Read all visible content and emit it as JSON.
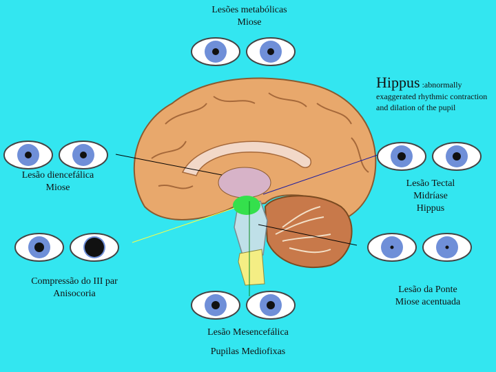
{
  "labels": {
    "top_line1": "Lesões metabólicas",
    "top_line2": "Miose",
    "left1_line1": "Lesão diencefálica",
    "left1_line2": "Miose",
    "left2_line1": "Compressão do III par",
    "left2_line2": "Anisocoria",
    "right1_line1": "Lesão Tectal",
    "right1_line2": "Midríase",
    "right1_line3": "Hippus",
    "right2_line1": "Lesão da Ponte",
    "right2_line2": "Miose acentuada",
    "bottom_line1": "Lesão Mesencefálica",
    "bottom_line2": "Pupilas Mediofixas"
  },
  "hippus": {
    "title": "Hippus",
    "definition": ":abnormally exaggerated rhythmic contraction and dilation of the pupil"
  },
  "colors": {
    "background": "#33e6f0",
    "iris": "#6f8fd8",
    "brain": "#e8a86c",
    "midbrain": "#34e04c",
    "medulla": "#f4ee84",
    "cerebellum": "#c8794a"
  }
}
